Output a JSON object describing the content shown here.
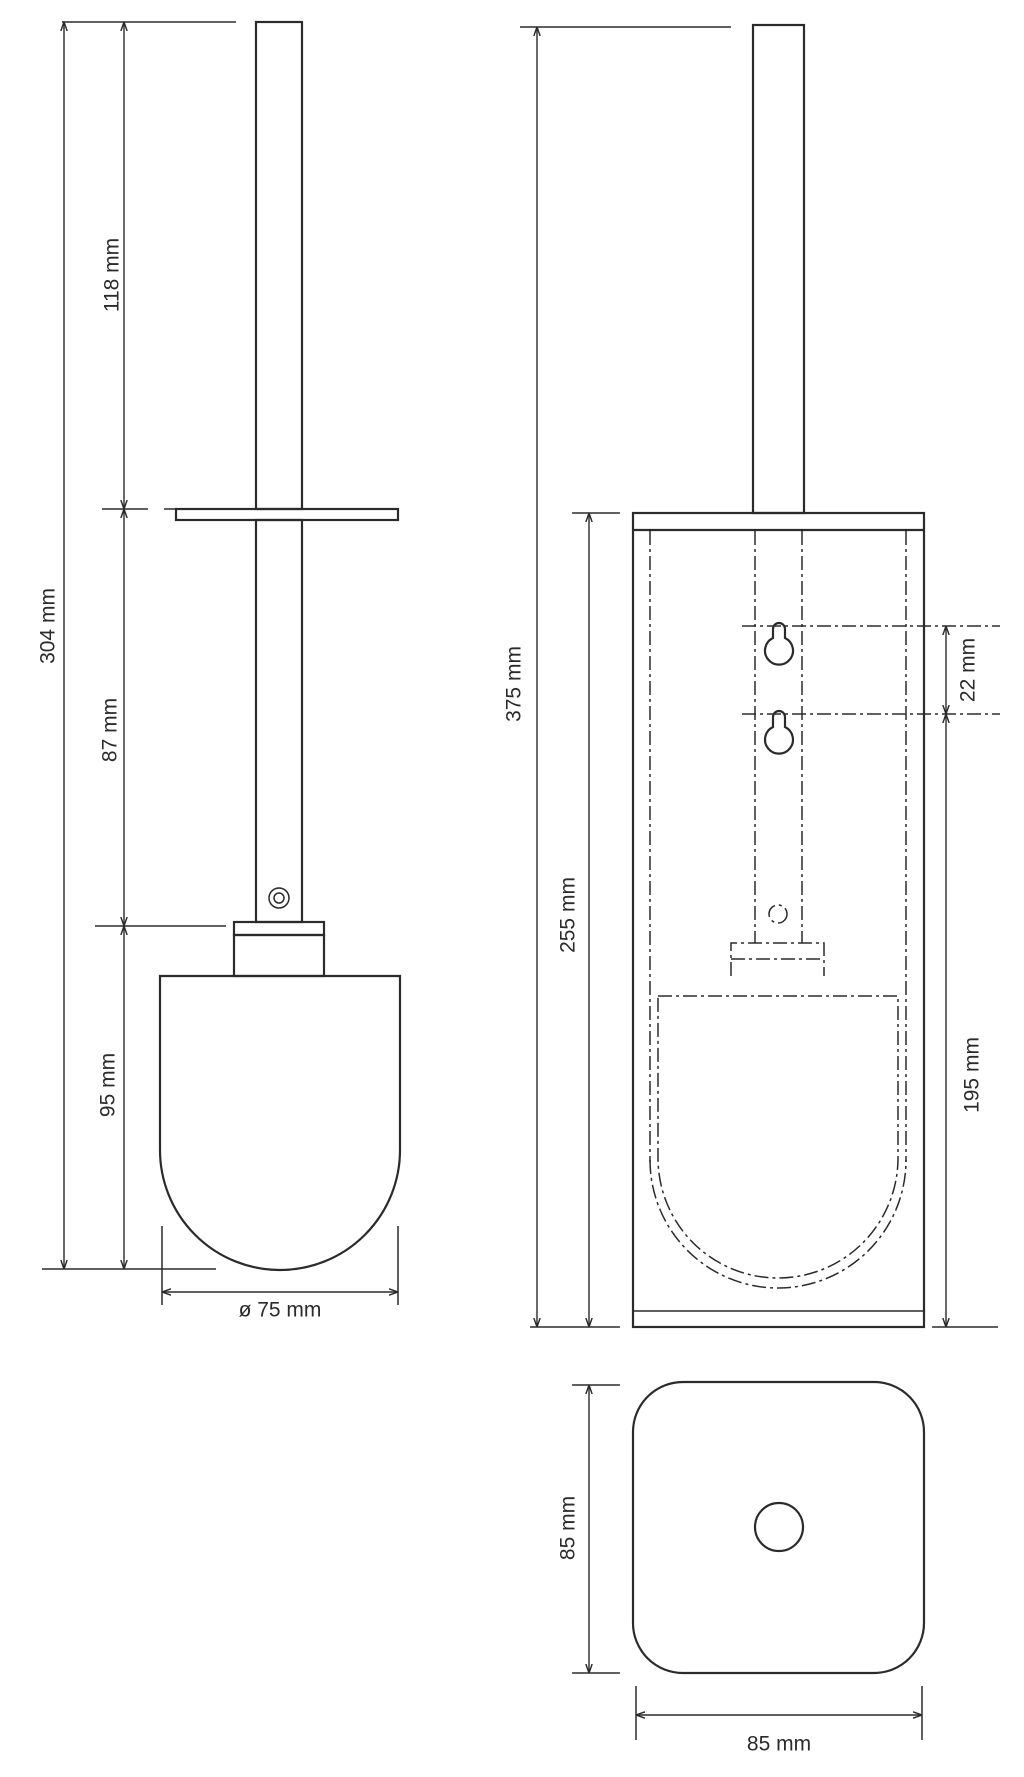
{
  "labels": {
    "len_118": "118 mm",
    "len_304": "304 mm",
    "len_87": "87 mm",
    "len_95": "95 mm",
    "diam_75": "ø 75 mm",
    "len_375": "375 mm",
    "len_255": "255 mm",
    "len_22": "22 mm",
    "len_195": "195 mm",
    "depth_85": "85 mm",
    "width_85": "85 mm"
  },
  "colors": {
    "line": "#2b2b2b",
    "background": "#ffffff"
  }
}
